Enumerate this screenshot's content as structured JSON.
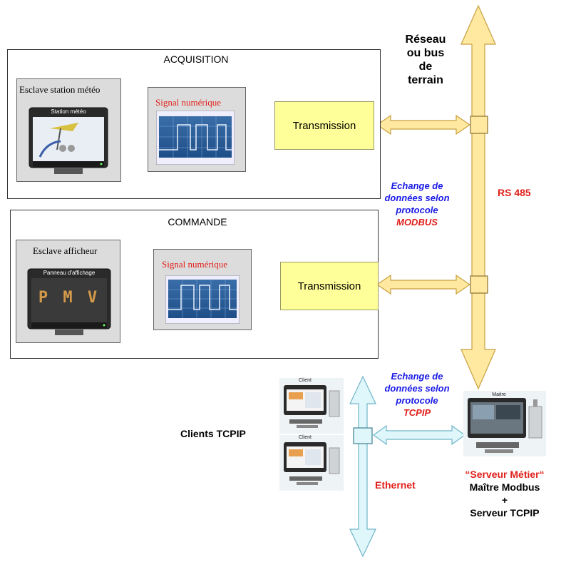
{
  "acquisition": {
    "title": "ACQUISITION",
    "slave_label": "Esclave station météo",
    "device_caption": "Station météo",
    "signal_label": "Signal numérique",
    "transmission_label": "Transmission"
  },
  "commande": {
    "title": "COMMANDE",
    "slave_label": "Esclave afficheur",
    "device_caption": "Panneau d'affichage",
    "display_text": "P M V",
    "signal_label": "Signal numérique",
    "transmission_label": "Transmission"
  },
  "network": {
    "line1": "Réseau",
    "line2": "ou bus",
    "line3": "de",
    "line4": "terrain",
    "bus_label": "RS 485"
  },
  "modbus_exchange": {
    "line1": "Echange de",
    "line2": "données selon",
    "line3": "protocole",
    "protocol": "MODBUS"
  },
  "tcpip_exchange": {
    "line1": "Echange de",
    "line2": "données selon",
    "line3": "protocole",
    "protocol": "TCPIP"
  },
  "clients": {
    "label": "Clients TCPIP",
    "client1_caption": "Client",
    "client2_caption": "Client"
  },
  "ethernet_label": "Ethernet",
  "server": {
    "caption": "Maitre",
    "title": "“Serveur Métier“",
    "line1": "Maître Modbus",
    "line2": "+",
    "line3": "Serveur TCPIP"
  },
  "colors": {
    "yellow_fill": "#ffe9a0",
    "yellow_stroke": "#c8a040",
    "cyan_fill": "#dff7fb",
    "cyan_stroke": "#6fb5c8",
    "green_fill": "#d8f8d8",
    "green_stroke": "#70b070",
    "red_text": "#e0201b",
    "blue_text": "#1a1ae6"
  }
}
